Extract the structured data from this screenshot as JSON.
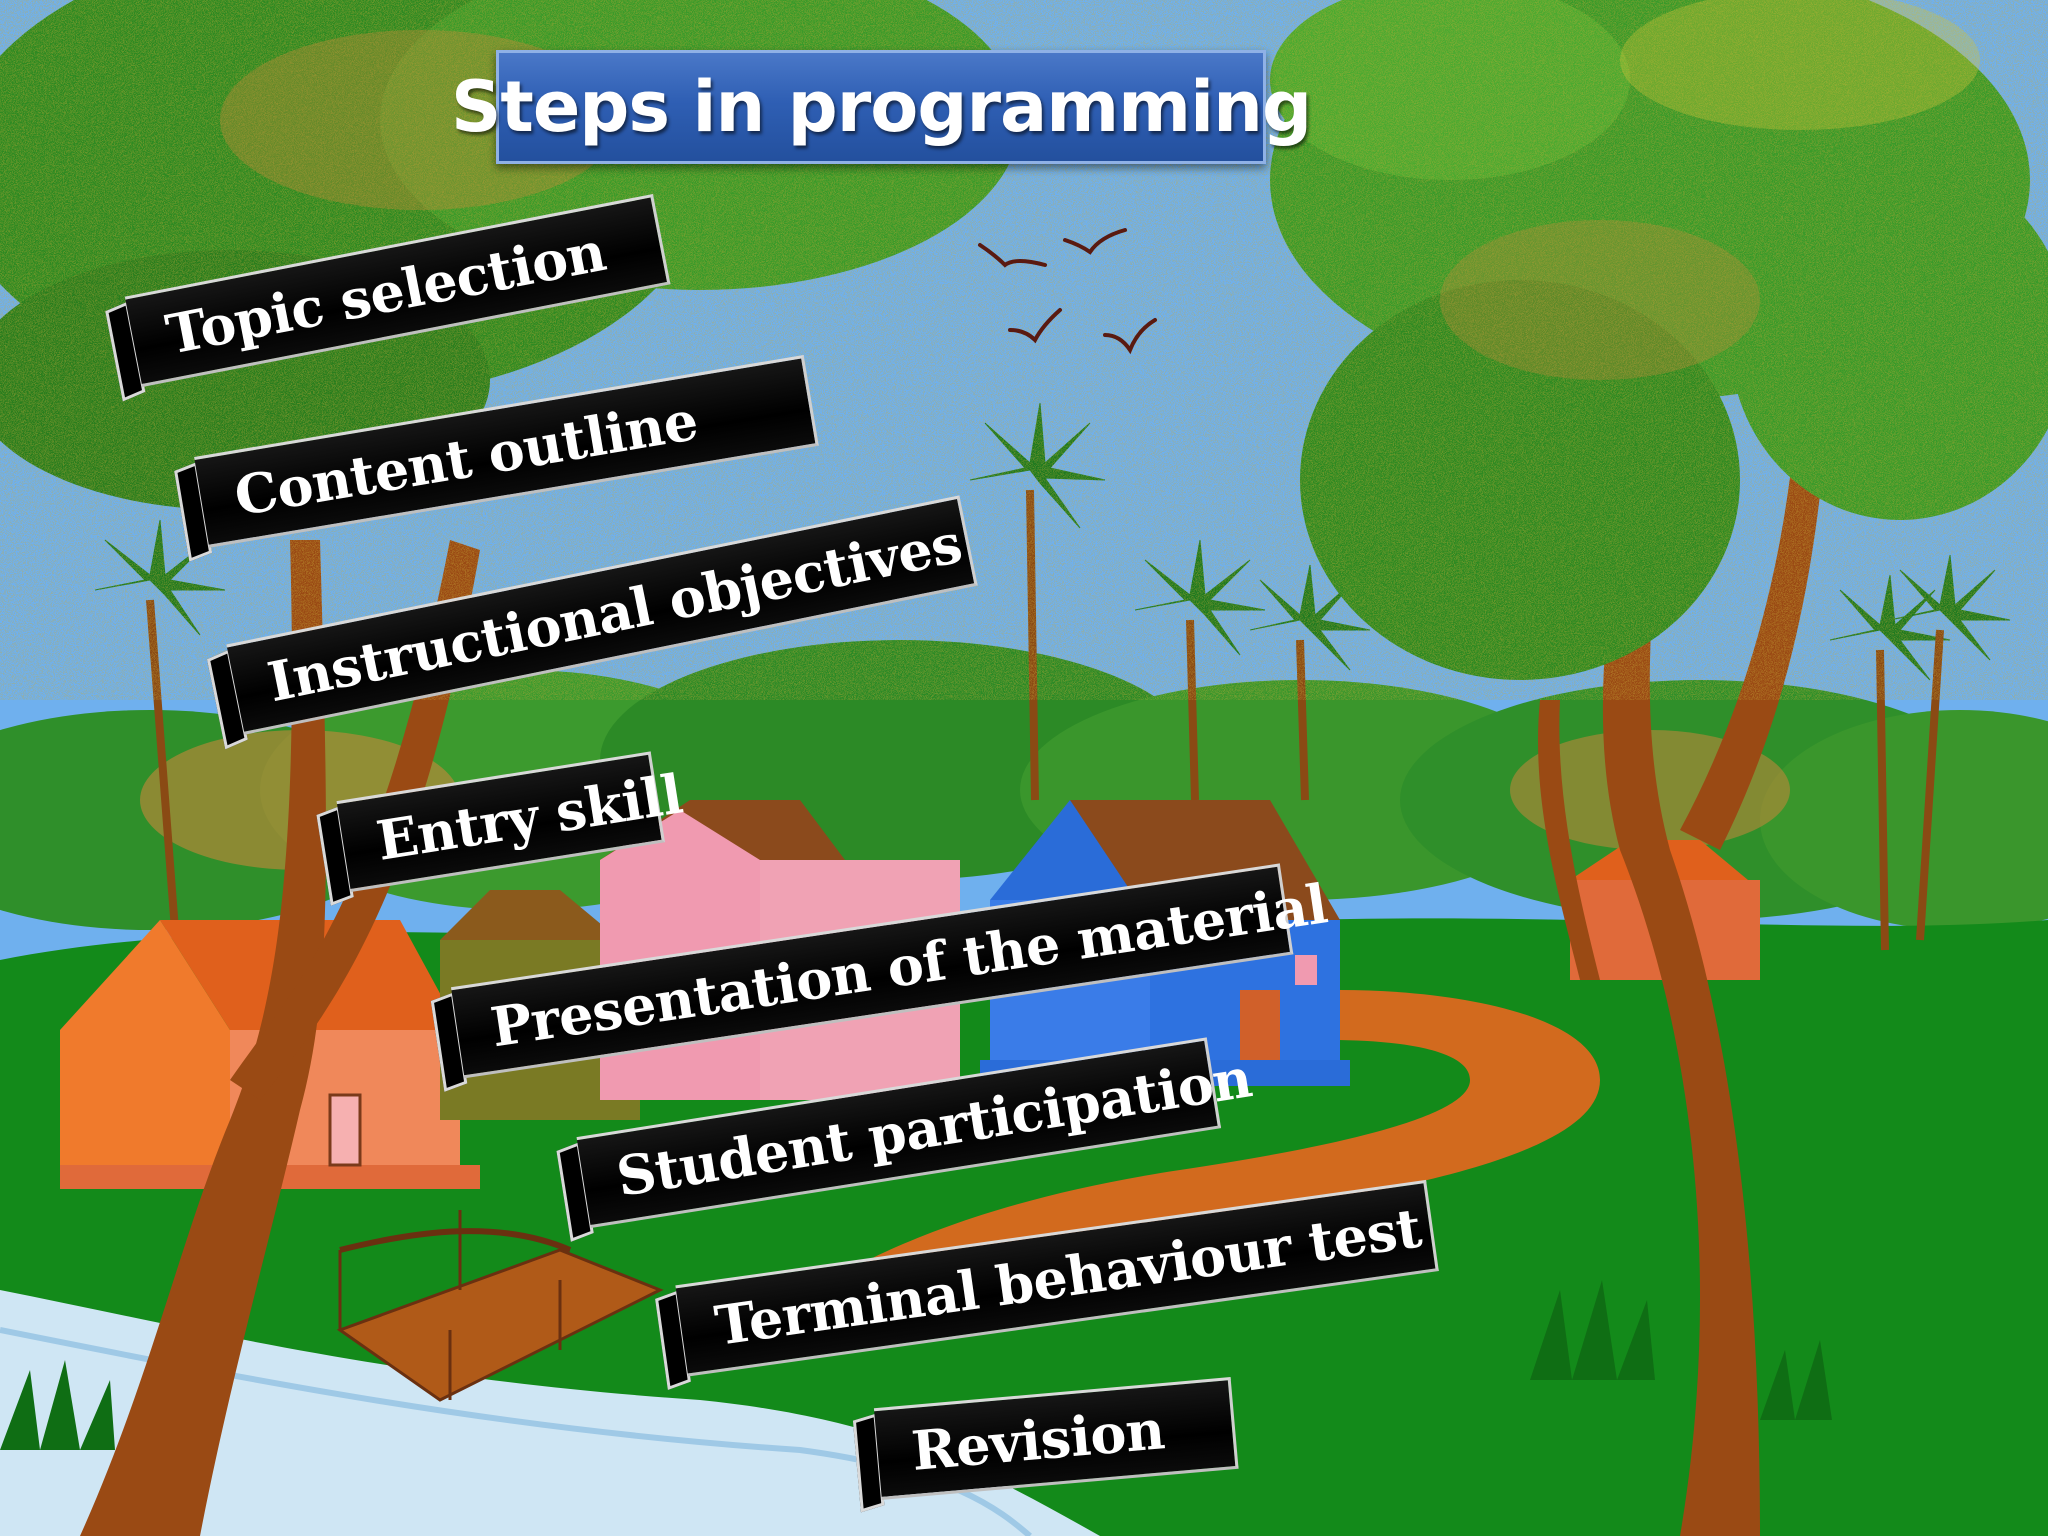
{
  "title": "Steps in programming",
  "steps": [
    "Topic selection",
    "Content outline",
    "Instructional objectives",
    "Entry skill",
    "Presentation of the material",
    "Student participation",
    "Terminal behaviour test",
    "Revision"
  ],
  "colors": {
    "sky": "#6fb0ee",
    "grass": "#138a1a",
    "tree_trunk": "#9a4a14",
    "path": "#d26a1e",
    "title_box": "#2f5fb4",
    "step_box": "#000000"
  }
}
